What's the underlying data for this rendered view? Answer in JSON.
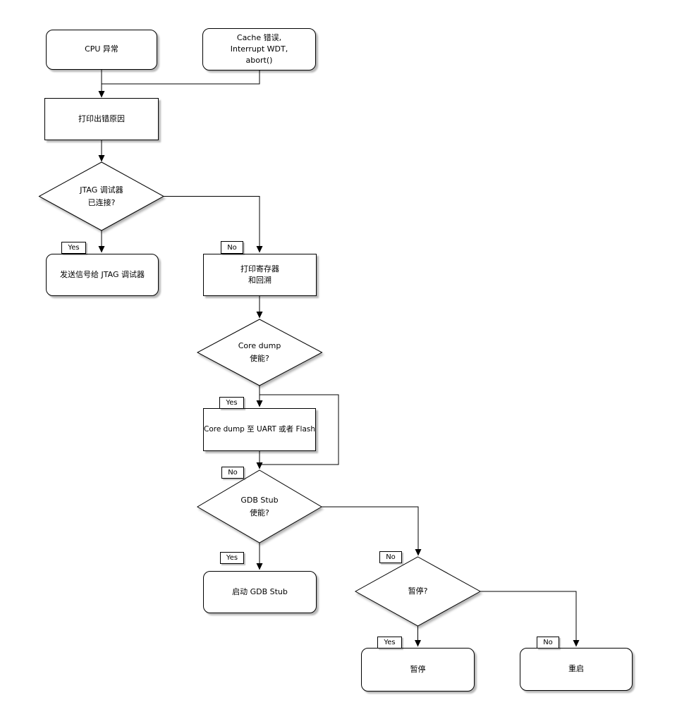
{
  "nodes": {
    "cpu_exception": "CPU 异常",
    "cache_error": "Cache 错误,\nInterrupt WDT,\nabort()",
    "print_reason": "打印出错原因",
    "jtag_connected": "JTAG 调试器\n已连接?",
    "send_signal": "发送信号给 JTAG 调试器",
    "print_registers": "打印寄存器\n和回溯",
    "coredump_enabled": "Core dump\n使能?",
    "coredump_dest": "Core dump 至 UART 或者 Flash",
    "gdbstub_enabled": "GDB Stub\n使能?",
    "start_gdbstub": "启动 GDB Stub",
    "halt_question": "暂停?",
    "halt": "暂停",
    "reboot": "重启"
  },
  "edge_labels": {
    "yes": "Yes",
    "no": "No"
  },
  "colors": {
    "stroke": "#000000",
    "fill": "#ffffff",
    "background": "#ffffff",
    "shadow": "#c8c8c8"
  }
}
